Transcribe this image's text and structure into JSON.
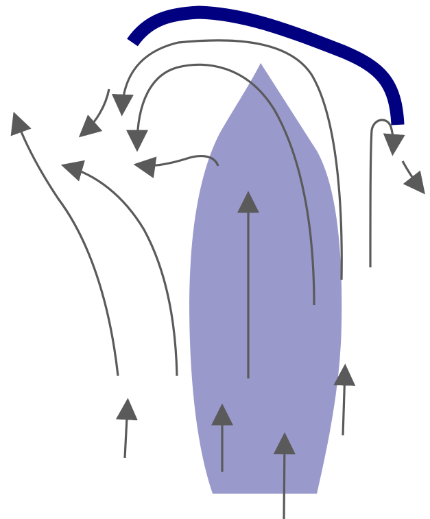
{
  "diagram": {
    "colors": {
      "background": "#ffffff",
      "plume": "#9999cc",
      "cap": "#000080",
      "arrow": "#5a5a5a"
    },
    "elements": {
      "plume": "plume-shape",
      "cap": "overhead-cap-bar",
      "arrows": "flow-arrow"
    }
  }
}
